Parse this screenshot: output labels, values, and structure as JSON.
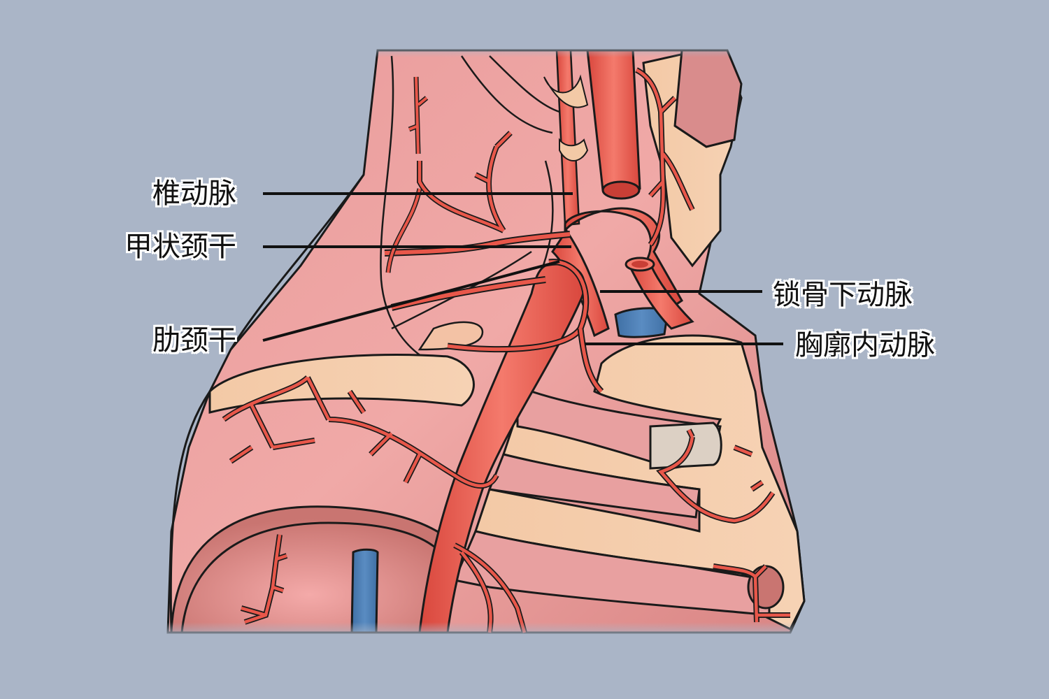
{
  "diagram": {
    "type": "anatomical-illustration",
    "subject": "subclavian artery and branches (neck / upper thorax)",
    "background_color": "#aab5c7",
    "colors": {
      "artery": "#e8574a",
      "artery_highlight": "#f47a6c",
      "vein": "#4d7fb5",
      "muscle": "#e89a9a",
      "muscle_dark": "#c8706f",
      "bone_cartilage": "#f3c9a6",
      "outline": "#1a1a1a"
    },
    "labels": [
      {
        "id": "vertebral-artery",
        "text": "椎动脉",
        "side": "left"
      },
      {
        "id": "thyrocervical-trunk",
        "text": "甲状颈干",
        "side": "left"
      },
      {
        "id": "costocervical-trunk",
        "text": "肋颈干",
        "side": "left"
      },
      {
        "id": "subclavian-artery",
        "text": "锁骨下动脉",
        "side": "right"
      },
      {
        "id": "internal-thoracic-artery",
        "text": "胸廓内动脉",
        "side": "right"
      }
    ]
  }
}
